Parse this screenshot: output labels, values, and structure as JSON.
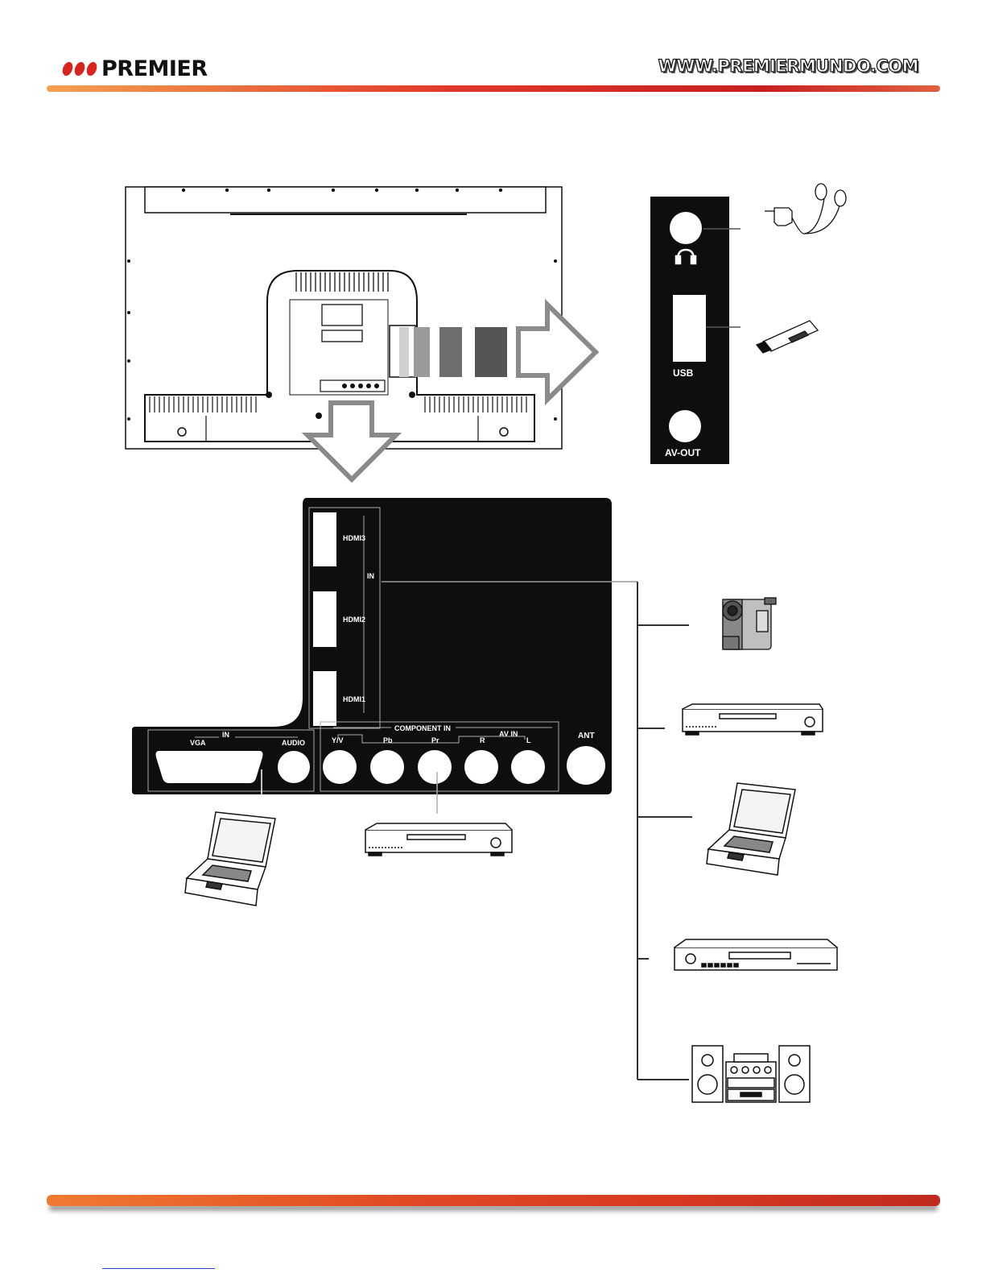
{
  "header": {
    "brand": "PREMIER",
    "url": "WWW.PREMIERMUNDO.COM"
  },
  "side_panel": {
    "usb_label": "USB",
    "avout_label": "AV-OUT"
  },
  "rear_panel": {
    "hdmi3_label": "HDMI3",
    "hdmi2_label": "HDMI2",
    "hdmi1_label": "HDMI1",
    "hdmi_in_label": "IN",
    "vga_in_label": "IN",
    "vga_label": "VGA",
    "audio_label": "AUDIO",
    "component_label": "COMPONENT IN",
    "av_in_label": "AV IN",
    "yv_label": "Y/V",
    "pb_label": "Pb",
    "pr_label": "Pr",
    "r_label": "R",
    "l_label": "L",
    "ant_label": "ANT"
  },
  "colors": {
    "brand_red": "#d9231f",
    "panel": "#0e0e0e",
    "arrow_gray": "#8a8a8a"
  }
}
